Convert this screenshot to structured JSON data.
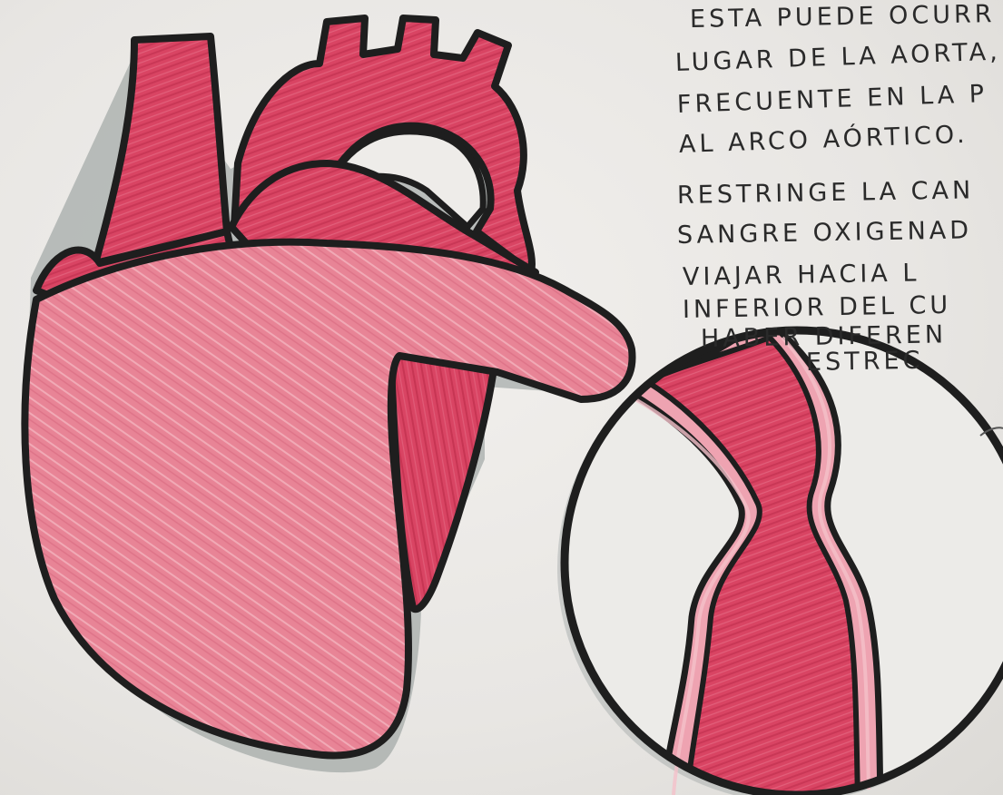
{
  "notes": {
    "lines": [
      "ESTA PUEDE OCURR",
      "LUGAR DE LA AORTA,",
      "FRECUENTE EN LA P",
      "AL ARCO AÓRTICO.",
      "RESTRINGE LA CAN",
      "SANGRE OXIGENAD",
      "VIAJAR HACIA L",
      "INFERIOR DEL CU",
      "HABER DIFEREN",
      "ESTREC"
    ]
  },
  "colors": {
    "paper": "#ecebe8",
    "outline": "#1e1e1e",
    "vessel_red": "#d94463",
    "myocardium_pink": "#e88496",
    "vessel_wall_pink": "#eea3b1",
    "shadow": "#8d9594"
  }
}
